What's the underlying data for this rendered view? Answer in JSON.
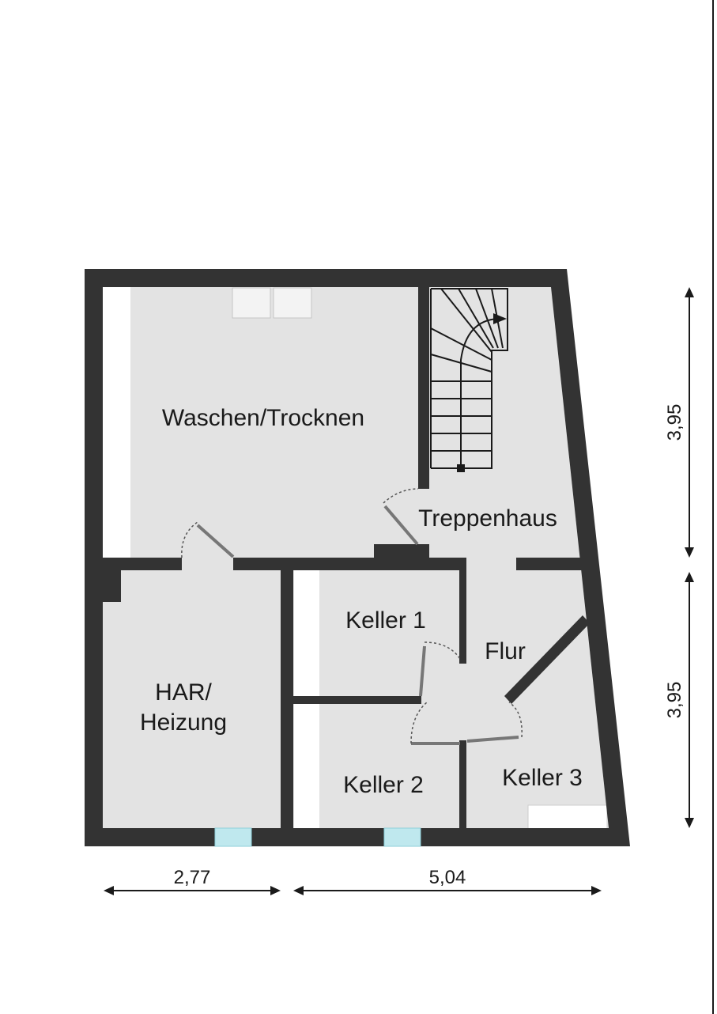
{
  "rooms": {
    "waschen": "Waschen/Trocknen",
    "treppenhaus": "Treppenhaus",
    "keller1": "Keller 1",
    "flur": "Flur",
    "har_line1": "HAR/",
    "har_line2": "Heizung",
    "keller2": "Keller 2",
    "keller3": "Keller 3"
  },
  "dimensions": {
    "right_top": "3,95",
    "right_bottom": "3,95",
    "bottom_left": "2,77",
    "bottom_right": "5,04"
  },
  "colors": {
    "wall": "#333333",
    "floor": "#e3e3e3",
    "window": "#bfe8ee",
    "door": "#777777"
  }
}
